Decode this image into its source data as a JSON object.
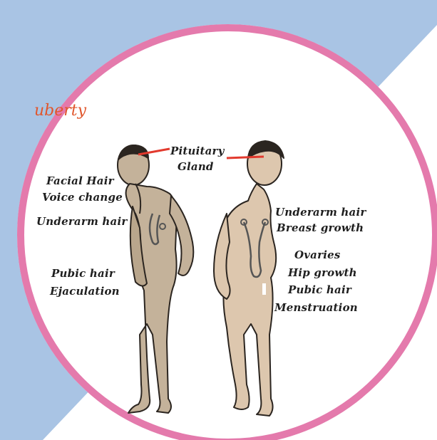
{
  "colors": {
    "background_blue": "#a9c4e4",
    "ring_pink": "#e47aac",
    "title_orange": "#e0562c",
    "pointer_red": "#e23a2e",
    "skin_male": "#c4b29a",
    "skin_female": "#ddc7ae",
    "outline": "#2b2520",
    "label_text": "#1f1f1f"
  },
  "diagram": {
    "title": "uberty",
    "center_label": {
      "line1": "Pituitary",
      "line2": "Gland"
    },
    "male_labels": [
      "Facial Hair",
      "Voice change",
      "Underarm hair",
      "Pubic hair",
      "Ejaculation"
    ],
    "female_labels": [
      "Underarm hair",
      "Breast growth",
      "Ovaries",
      "Hip growth",
      "Pubic hair",
      "Menstruation"
    ]
  },
  "icons": [
    "male-figure-illustration",
    "female-figure-illustration"
  ]
}
